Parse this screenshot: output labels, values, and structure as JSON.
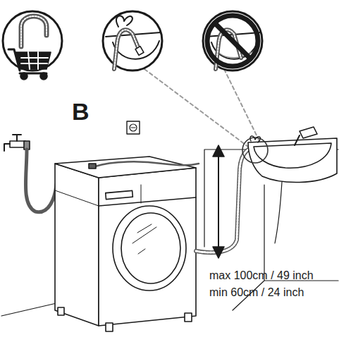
{
  "diagram": {
    "labels": [
      "B",
      "max 100cm / 49 inch",
      "min 60cm / 24 inch"
    ]
  }
}
